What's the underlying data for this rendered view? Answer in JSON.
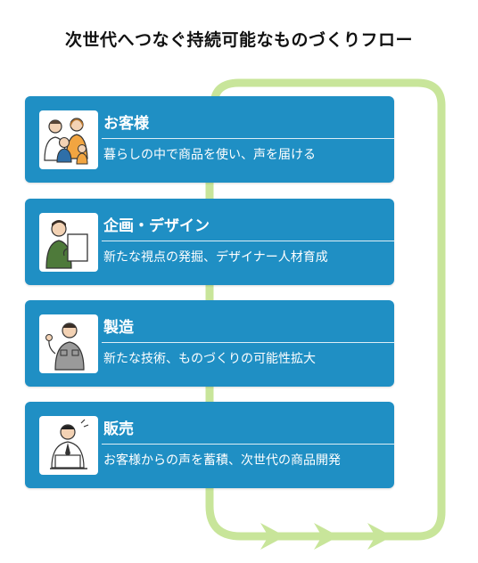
{
  "title": "次世代へつなぐ持続可能なものづくりフロー",
  "colors": {
    "card": "#1f8fc4",
    "loop": "#c8e59a"
  },
  "steps": [
    {
      "title": "お客様",
      "desc": "暮らしの中で商品を使い、声を届ける",
      "icon": "family-icon"
    },
    {
      "title": "企画・デザイン",
      "desc": "新たな視点の発掘、デザイナー人材育成",
      "icon": "designer-icon"
    },
    {
      "title": "製造",
      "desc": "新たな技術、ものづくりの可能性拡大",
      "icon": "worker-icon"
    },
    {
      "title": "販売",
      "desc": "お客様からの声を蓄積、次世代の商品開発",
      "icon": "salesperson-icon"
    }
  ]
}
